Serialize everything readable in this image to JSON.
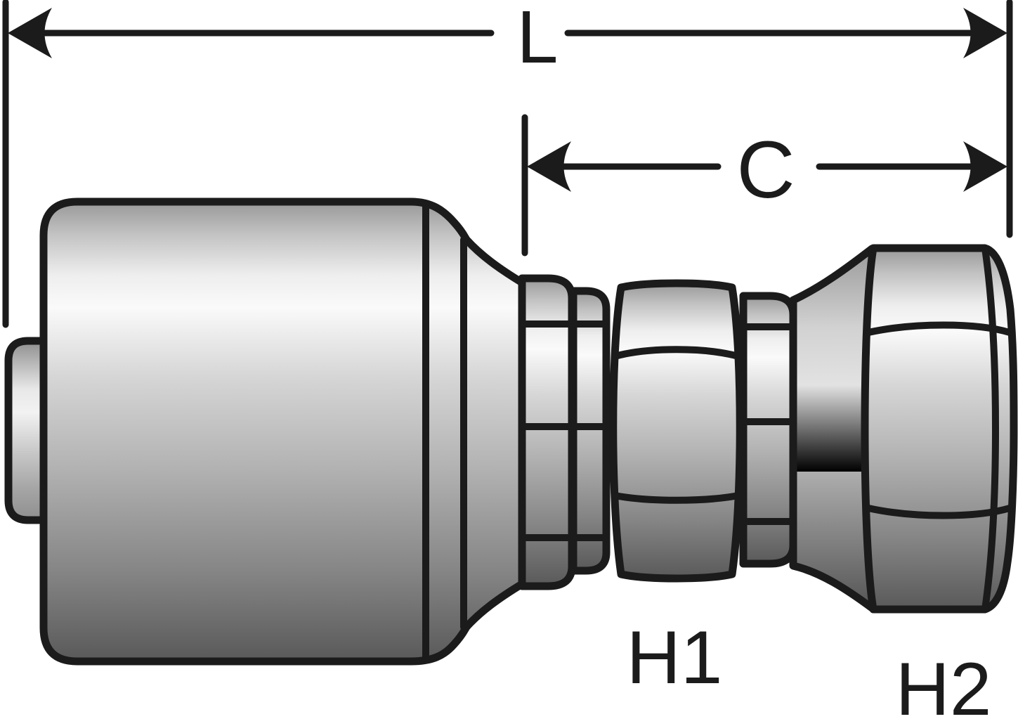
{
  "labels": {
    "length": "L",
    "cutoff": "C",
    "hex1": "H1",
    "hex2": "H2"
  },
  "colors": {
    "outline": "#1b1b1b",
    "background": "#ffffff",
    "metal_highlight": "#fafafa",
    "metal_mid": "#b2b2b2",
    "metal_shadow": "#595959"
  }
}
